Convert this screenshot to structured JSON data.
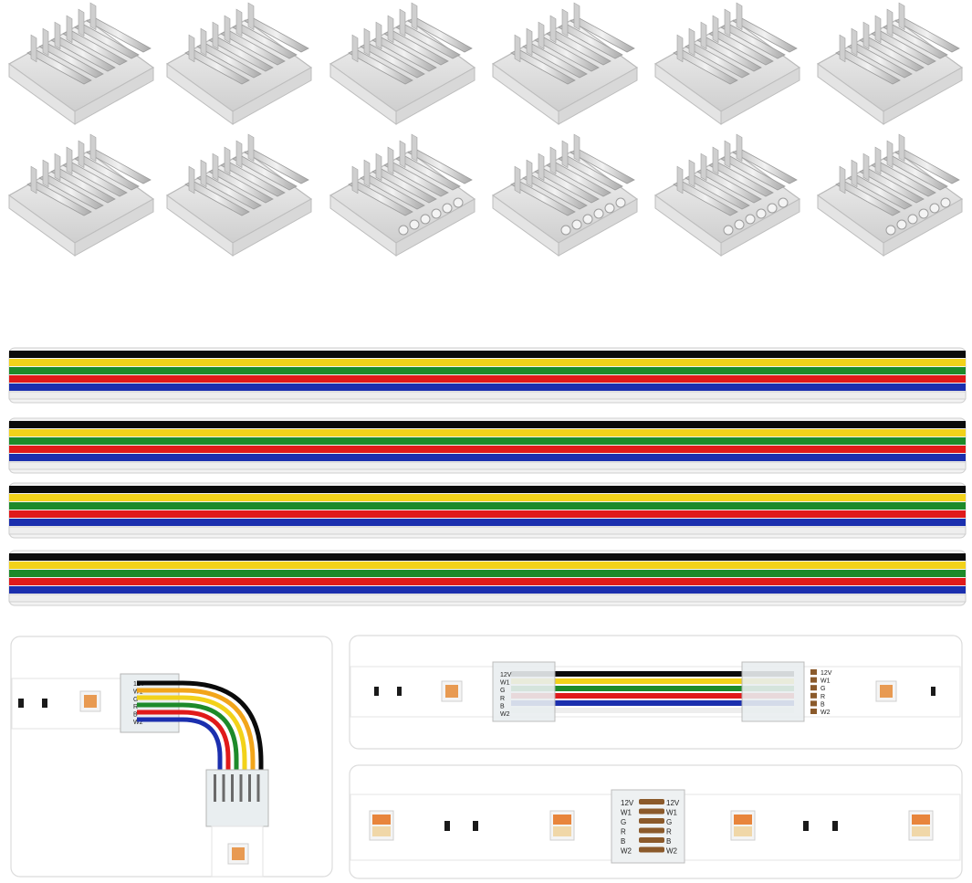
{
  "colors": {
    "wires": [
      "#0b0b0b",
      "#f2d21a",
      "#1d8a2a",
      "#e01a1a",
      "#1b2fae",
      "#eeeeee"
    ],
    "pcb": "#ffffff",
    "led_body": "#f5f5f5",
    "led_chip": "#e89a52",
    "pad": "#8b5a2b"
  },
  "connector_count": 12,
  "cable_count": 4,
  "pin_labels": [
    "12V",
    "W1",
    "G",
    "R",
    "B",
    "W2"
  ],
  "icons": [
    "clip-connector-icon",
    "led-chip-icon",
    "resistor-icon"
  ]
}
